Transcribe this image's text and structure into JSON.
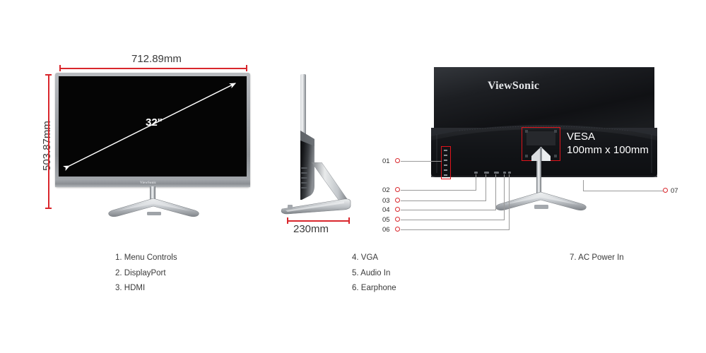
{
  "product": {
    "brand": "ViewSonic",
    "screen_size_label": "32\""
  },
  "dimensions": {
    "width_label": "712.89mm",
    "height_label": "503.87mm",
    "depth_label": "230mm"
  },
  "vesa": {
    "title": "VESA",
    "spec": "100mm x 100mm"
  },
  "callouts": [
    {
      "id": "01",
      "label": "01"
    },
    {
      "id": "02",
      "label": "02"
    },
    {
      "id": "03",
      "label": "03"
    },
    {
      "id": "04",
      "label": "04"
    },
    {
      "id": "05",
      "label": "05"
    },
    {
      "id": "06",
      "label": "06"
    },
    {
      "id": "07",
      "label": "07"
    }
  ],
  "legend": {
    "column1": [
      "1. Menu Controls",
      "2. DisplayPort",
      "3. HDMI"
    ],
    "column2": [
      "4. VGA",
      "5. Audio In",
      "6. Earphone"
    ],
    "column3": [
      "7. AC Power In"
    ]
  },
  "colors": {
    "dimension_red": "#d9262c",
    "callout_red": "#d9262c",
    "leader_gray": "#9a9a9a",
    "text_gray": "#3a3a3a",
    "screen_black": "#050505"
  }
}
